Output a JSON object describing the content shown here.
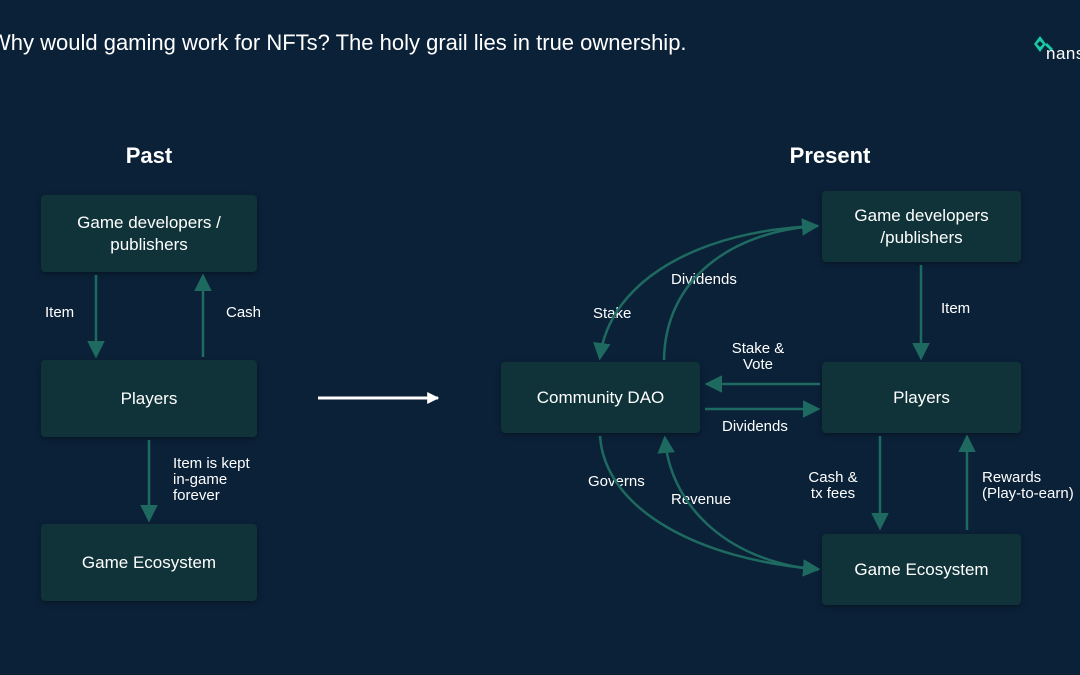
{
  "title": "Why would gaming work for NFTs? The holy grail lies in true ownership.",
  "logo": {
    "text": "nansen",
    "icon": "nansen-diamond-icon",
    "color": "#19c9a5"
  },
  "colors": {
    "background": "#0b2138",
    "box": "#0f3338",
    "arrow": "#1f6a60",
    "text": "#ffffff"
  },
  "past": {
    "heading": "Past",
    "boxes": {
      "developers": "Game developers / publishers",
      "players": "Players",
      "ecosystem": "Game Ecosystem"
    },
    "labels": {
      "item": "Item",
      "cash": "Cash",
      "kept": "Item is kept\nin-game\nforever"
    }
  },
  "present": {
    "heading": "Present",
    "boxes": {
      "developers": "Game developers /publishers",
      "dao": "Community DAO",
      "players": "Players",
      "ecosystem": "Game Ecosystem"
    },
    "labels": {
      "dividends_top": "Dividends",
      "stake": "Stake",
      "item": "Item",
      "stake_vote": "Stake &\nVote",
      "dividends_mid": "Dividends",
      "governs": "Governs",
      "revenue": "Revenue",
      "cash_fees": "Cash &\ntx fees",
      "rewards": "Rewards\n(Play-to-earn)"
    }
  }
}
